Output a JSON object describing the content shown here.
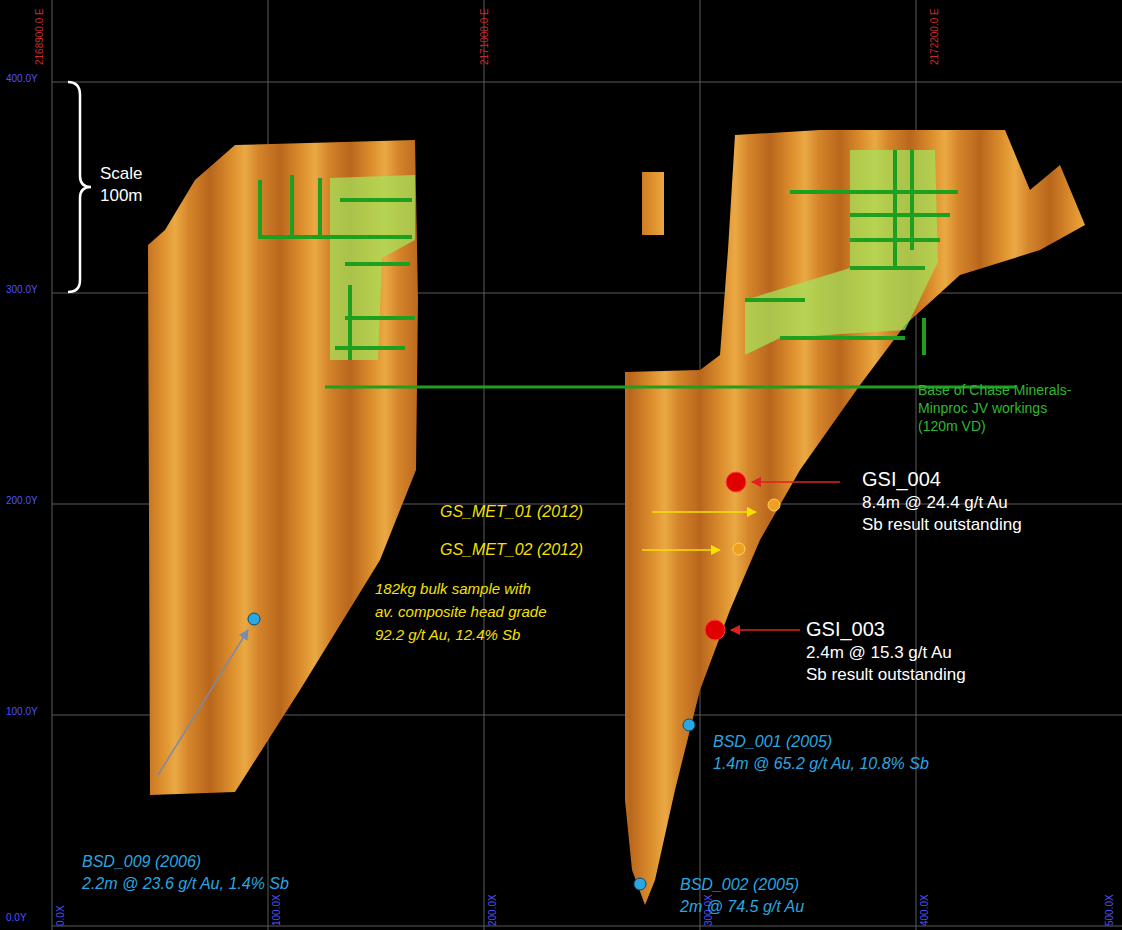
{
  "diagram": {
    "labels": [
      "2168900.0 E",
      "2171000.0 E",
      "2172200.0 E",
      "400.0Y",
      "300.0Y",
      "200.0Y",
      "100.0Y",
      "0.0Y",
      "0.0X",
      "100.0X",
      "200.0X",
      "300.0X",
      "400.0X",
      "500.0X",
      "Scale",
      "100m",
      "Base of Chase Minerals-",
      "Minproc JV workings",
      "(120m VD)",
      "GSI_004",
      "8.4m @ 24.4 g/t Au",
      "Sb result outstanding",
      "GS_MET_01 (2012)",
      "GS_MET_02 (2012)",
      "182kg bulk sample with",
      "av. composite head grade",
      "92.2 g/t Au, 12.4% Sb",
      "GSI_003",
      "2.4m @ 15.3 g/t Au",
      "Sb result outstanding",
      "BSD_001 (2005)",
      "1.4m @ 65.2 g/t Au, 10.8% Sb",
      "BSD_009 (2006)",
      "2.2m @ 23.6 g/t Au, 1.4% Sb",
      "BSD_002 (2005)",
      "2m @ 74.5 g/t Au"
    ]
  }
}
